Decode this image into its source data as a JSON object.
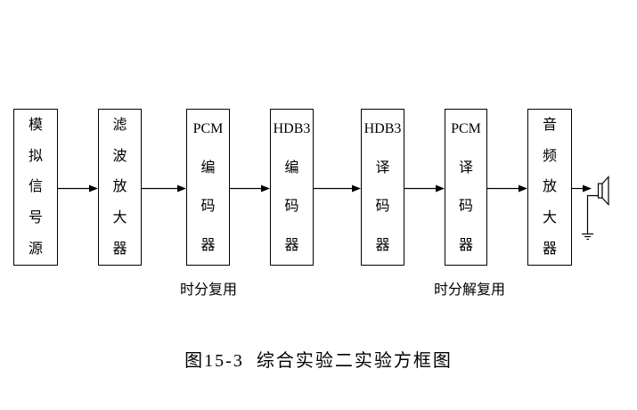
{
  "diagram": {
    "colors": {
      "background": "#ffffff",
      "line": "#000000",
      "text": "#000000"
    },
    "blocks": [
      {
        "id": "analog-signal-source",
        "lines": [
          "模",
          "拟",
          "信",
          "号",
          "源"
        ]
      },
      {
        "id": "filter-amplifier",
        "lines": [
          "滤",
          "波",
          "放",
          "大",
          "器"
        ]
      },
      {
        "id": "pcm-encoder",
        "lines": [
          "PCM",
          "编",
          "码",
          "器"
        ]
      },
      {
        "id": "hdb3-encoder",
        "lines": [
          "HDB3",
          "编",
          "码",
          "器"
        ]
      },
      {
        "id": "hdb3-decoder",
        "lines": [
          "HDB3",
          "译",
          "码",
          "器"
        ]
      },
      {
        "id": "pcm-decoder",
        "lines": [
          "PCM",
          "译",
          "码",
          "器"
        ]
      },
      {
        "id": "audio-amplifier",
        "lines": [
          "音",
          "频",
          "放",
          "大",
          "器"
        ]
      }
    ],
    "labels": {
      "tdm_label": "时分复用",
      "tdd_label": "时分解复用"
    },
    "caption": "图15-3  综合实验二实验方框图",
    "icons": [
      "speaker-icon",
      "ground-icon",
      "arrow-icon"
    ]
  }
}
